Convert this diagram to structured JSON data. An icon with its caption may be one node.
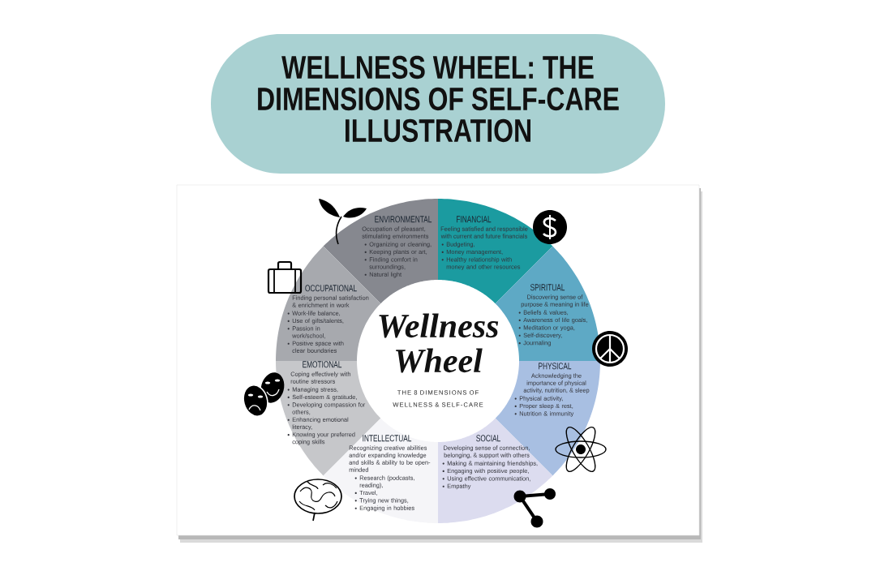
{
  "diagram": {
    "title": "WELLNESS WHEEL: THE DIMENSIONS OF SELF-CARE ILLUSTRATION",
    "nodes": [
      {
        "text": [
          "ENVIRONMENTAL",
          "Occupation of pleasant, stimulating environments",
          "Organizing or cleaning,",
          "Keeping plants or art,",
          "Finding comfort in surroundings,",
          "Natural light"
        ]
      },
      {
        "text": [
          "FINANCIAL",
          "Feeling satisfied and responsible with current and future financials",
          "Budgeting,",
          "Money management,",
          "Healthy relationship with money and other resources"
        ]
      },
      {
        "text": [
          "OCCUPATIONAL",
          "Finding personal satisfaction & enrichment in work",
          "Work-life balance,",
          "Use of gifts/talents,",
          "Passion in work/school,",
          "Positive space with clear boundaries"
        ]
      },
      {
        "text": [
          "SPIRITUAL",
          "Discovering sense of purpose & meaning in life",
          "Beliefs & values,",
          "Awareness of life goals,",
          "Meditation or yoga,",
          "Self-discovery,",
          "Journaling"
        ]
      },
      {
        "text": [
          "Wellness Wheel",
          "THE 8 DIMENSIONS OF WELLNESS & SELF-CARE"
        ]
      },
      {
        "text": [
          "EMOTIONAL",
          "Coping effectively with routine stressors",
          "Managing stress,",
          "Self-esteem & gratitude,",
          "Developing compassion for others,",
          "Enhancing emotional literacy,",
          "Knowing your preferred coping skills"
        ]
      },
      {
        "text": [
          "PHYSICAL",
          "Acknowledging the importance of physical activity, nutrition, & sleep",
          "Physical activity,",
          "Proper sleep & rest,",
          "Nutrition & immunity"
        ]
      },
      {
        "text": [
          "INTELLECTUAL",
          "Recognizing creative abilities and/or expanding knowledge and skills & ability to be open-minded",
          "Research (podcasts, reading),",
          "Travel,",
          "Trying new things,",
          "Engaging in hobbies"
        ]
      },
      {
        "text": [
          "SOCIAL",
          "Developing sense of connection, belonging, & support with others",
          "Making & maintaining friendships,",
          "Engaging with positive people,",
          "Using effective communication,",
          "Empathy"
        ]
      }
    ]
  }
}
